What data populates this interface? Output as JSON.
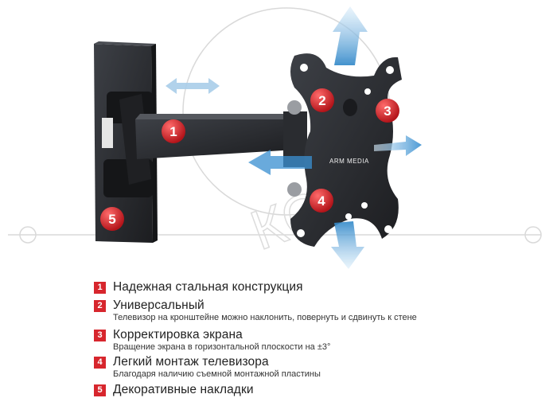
{
  "illustration": {
    "brand_logo": "ARM MEDIA",
    "callouts": [
      "1",
      "2",
      "3",
      "4",
      "5"
    ],
    "watermark": "KC"
  },
  "features": [
    {
      "num": "1",
      "title": "Надежная стальная конструкция",
      "subtitle": ""
    },
    {
      "num": "2",
      "title": "Универсальный",
      "subtitle": "Телевизор на кронштейне можно наклонить, повернуть и сдвинуть к стене"
    },
    {
      "num": "3",
      "title": "Корректировка экрана",
      "subtitle": "Вращение экрана в горизонтальной плоскости на ±3°"
    },
    {
      "num": "4",
      "title": "Легкий монтаж телевизора",
      "subtitle": "Благодаря наличию съемной монтажной пластины"
    },
    {
      "num": "5",
      "title": "Декоративные накладки",
      "subtitle": ""
    }
  ],
  "colors": {
    "accent": "#d7262d",
    "metal": "#2b2d31",
    "arrow": "#7fb3de"
  }
}
